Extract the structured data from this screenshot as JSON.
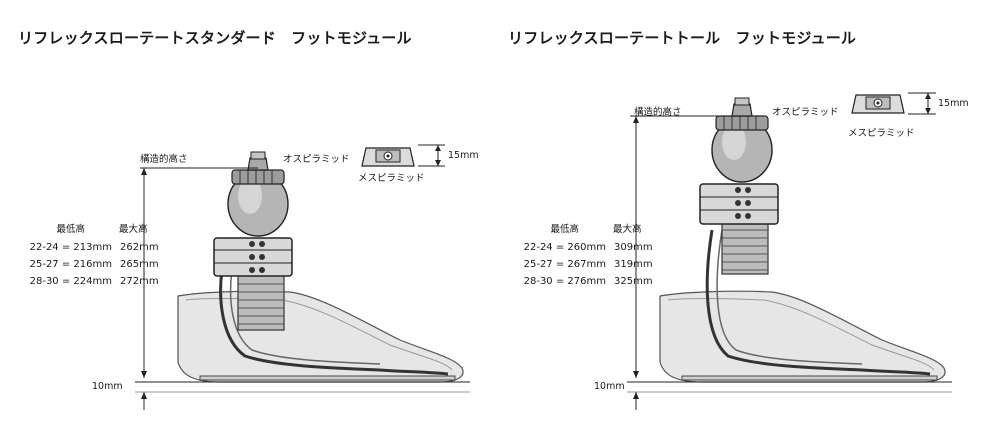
{
  "panels": [
    {
      "title": "リフレックスローテートスタンダード　フットモジュール",
      "structural_height_label": "構造的高さ",
      "male_pyramid_label": "オスピラミッド",
      "female_pyramid_label": "メスピラミッド",
      "pyramid_height": "15mm",
      "heel_height": "10mm",
      "table": {
        "min_header": "最低高",
        "max_header": "最大高",
        "rows": [
          {
            "size": "22-24",
            "min": "213mm",
            "max": "262mm"
          },
          {
            "size": "25-27",
            "min": "216mm",
            "max": "265mm"
          },
          {
            "size": "28-30",
            "min": "224mm",
            "max": "272mm"
          }
        ]
      }
    },
    {
      "title": "リフレックスローテートトール　フットモジュール",
      "structural_height_label": "構造的高さ",
      "male_pyramid_label": "オスピラミッド",
      "female_pyramid_label": "メスピラミッド",
      "pyramid_height": "15mm",
      "heel_height": "10mm",
      "table": {
        "min_header": "最低高",
        "max_header": "最大高",
        "rows": [
          {
            "size": "22-24",
            "min": "260mm",
            "max": "309mm"
          },
          {
            "size": "25-27",
            "min": "267mm",
            "max": "319mm"
          },
          {
            "size": "28-30",
            "min": "276mm",
            "max": "325mm"
          }
        ]
      }
    }
  ]
}
